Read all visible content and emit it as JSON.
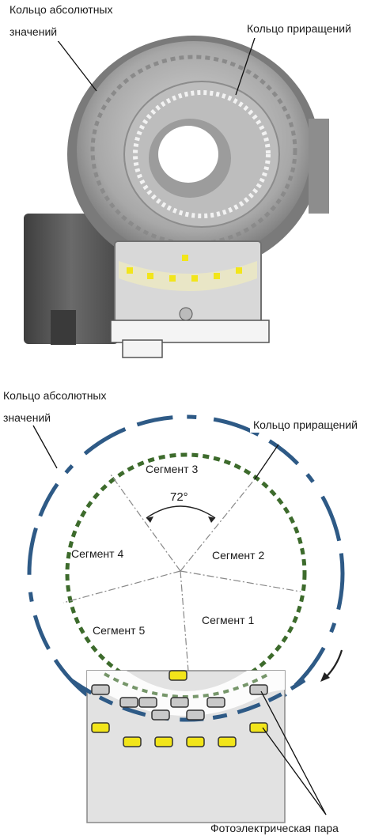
{
  "photo": {
    "labels": {
      "absolute_ring_line1": "Кольцо абсолютных",
      "absolute_ring_line2": "значений",
      "increment_ring": "Кольцо приращений"
    }
  },
  "diagram": {
    "labels": {
      "absolute_ring_line1": "Кольцо абсолютных",
      "absolute_ring_line2": "значений",
      "increment_ring": "Кольцо приращений",
      "angle": "72°",
      "photo_pair": "Фотоэлектрическая пара"
    },
    "segments": [
      "Сегмент 1",
      "Сегмент 2",
      "Сегмент 3",
      "Сегмент 4",
      "Сегмент 5"
    ]
  },
  "colors": {
    "absolute_ring": "#2e5a86",
    "increment_ring": "#3d6b2c",
    "led_yellow": "#f2e51a",
    "sensor_grey": "#c9c9c9",
    "housing": "#e2e2e2"
  }
}
